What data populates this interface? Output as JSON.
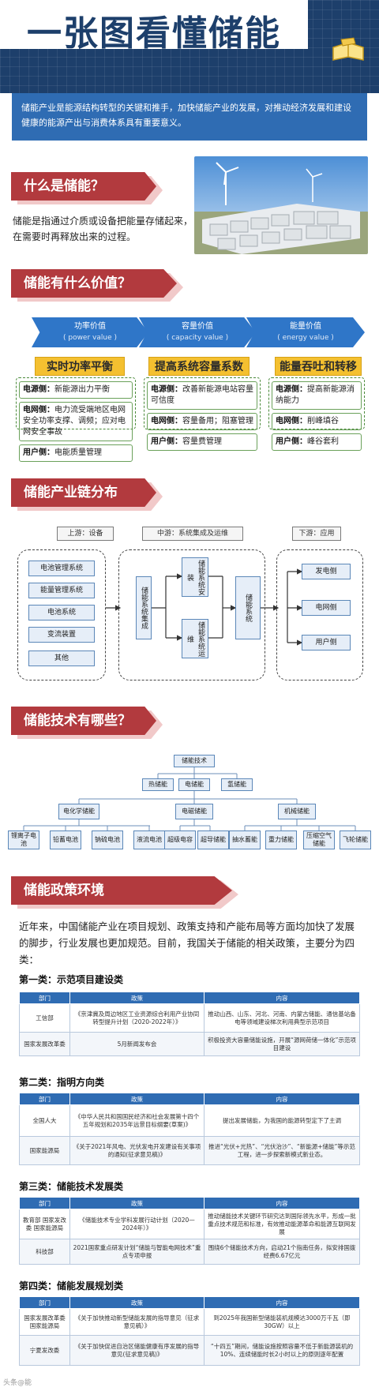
{
  "header": {
    "title": "一张图看懂储能",
    "intro": "储能产业是能源结构转型的关键和推手，加快储能产业的发展，对推动经济发展和建设健康的能源产出与消费体系具有重要意义。"
  },
  "sections": {
    "what": {
      "title": "什么是储能？",
      "text": "储能是指通过介质或设备把能量存储起来，在需要时再释放出来的过程。"
    },
    "value": {
      "title": "储能有什么价值？"
    },
    "chain": {
      "title": "储能产业链分布"
    },
    "tech": {
      "title": "储能技术有哪些？"
    },
    "policy": {
      "title": "储能政策环境"
    }
  },
  "values": [
    {
      "name": "功率价值",
      "en": "( power value )",
      "headline": "实时功率平衡",
      "rows": [
        {
          "label": "电源侧：",
          "text": "新能源出力平衡"
        },
        {
          "label": "电网侧：",
          "text": "电力流受端地区电网安全功率支撑、调频；应对电网安全事故"
        },
        {
          "label": "用户侧：",
          "text": "电能质量管理"
        }
      ]
    },
    {
      "name": "容量价值",
      "en": "( capacity value )",
      "headline": "提高系统容量系数",
      "rows": [
        {
          "label": "电源侧：",
          "text": "改善新能源电站容量可信度"
        },
        {
          "label": "电网侧：",
          "text": "容量备用；阻塞管理"
        },
        {
          "label": "用户侧：",
          "text": "容量费管理"
        }
      ]
    },
    {
      "name": "能量价值",
      "en": "( energy value )",
      "headline": "能量吞吐和转移",
      "rows": [
        {
          "label": "电源侧：",
          "text": "提高新能源消纳能力"
        },
        {
          "label": "电网侧：",
          "text": "削峰填谷"
        },
        {
          "label": "用户侧：",
          "text": "峰谷套利"
        }
      ]
    }
  ],
  "chain": {
    "upstream_label": "上游：设备",
    "midstream_label": "中游：系统集成及运维",
    "downstream_label": "下游：应用",
    "upstream": [
      "电池管理系统",
      "能量管理系统",
      "电池系统",
      "变流装置",
      "其他"
    ],
    "integration": "储能系统集成",
    "install": "储能系统安装",
    "operation": "储能系统运维",
    "system": "储能系统",
    "downstream": [
      "发电侧",
      "电网侧",
      "用户侧"
    ]
  },
  "tech_tree": {
    "root": "储能技术",
    "level1": [
      "热储能",
      "电储能",
      "氢储能"
    ],
    "level2": [
      "电化学储能",
      "电磁储能",
      "机械储能"
    ],
    "leaves": [
      "锂离子电池",
      "铅蓄电池",
      "钠硫电池",
      "液流电池",
      "超级电容",
      "超导储能",
      "抽水蓄能",
      "重力储能",
      "压缩空气储能",
      "飞轮储能"
    ]
  },
  "policy": {
    "intro": "近年来，中国储能产业在项目规划、政策支持和产能布局等方面均加快了发展的脚步，行业发展也更加规范。目前，我国关于储能的相关政策，主要分为四类：",
    "headers": [
      "部门",
      "政策",
      "内容"
    ],
    "categories": [
      {
        "title": "第一类：示范项目建设类",
        "rows": [
          [
            "工信部",
            "《京津冀及周边地区工业资源综合利用产业协同转型提升计划（2020-2022年）》",
            "推动山西、山东、河北、河南、内蒙古储能、通信基站备电等领域建设梯次利用典型示范项目"
          ],
          [
            "国家发展改革委",
            "5月新闻发布会",
            "积极投资大容量储能设施，开展“源网荷储一体化”示范项目建设"
          ]
        ]
      },
      {
        "title": "第二类：指明方向类",
        "rows": [
          [
            "全国人大",
            "《中华人民共和国国民经济和社会发展第十四个五年规划和2035年远景目标纲要(草案)》",
            "提出发展储能，为我国的能源转型定下了主调"
          ],
          [
            "国家能源局",
            "《关于2021年风电、光伏发电开发建设有关事项的通知(征求意见稿)》",
            "推进“光伏+光热”、“光伏治沙”、“新能源+储能”等示范工程，进一步探索新模式新业态。"
          ]
        ]
      },
      {
        "title": "第三类：储能技术发展类",
        "rows": [
          [
            "教育部 国家发改委 国家能源局",
            "《储能技术专业学科发展行动计划（2020—2024年）》",
            "推动储能技术关键环节研究达到国际领先水平，形成一批重点技术规范和标准，有效推动能源革命和能源互联网发展"
          ],
          [
            "科技部",
            "2021国家重点研发计划“储能与智能电网技术”重点专项申报",
            "围绕6个储能技术方向，启动21个指南任务，拟安排国拨经费6.67亿元"
          ]
        ]
      },
      {
        "title": "第四类：储能发展规划类",
        "rows": [
          [
            "国家发展改革委 国家能源局",
            "《关于加快推动新型储能发展的指导意见（征求意见稿）》",
            "到2025年我国新型储能装机规模达3000万千瓦（即30GW）以上"
          ],
          [
            "宁夏发改委",
            "《关于加快促进自治区储能健康有序发展的指导意见(征求意见稿)》",
            "“十四五”期间，储能设施按照容量不低于新能源装机的10%、连续储能时长2小时以上的原则逐年配置"
          ]
        ]
      }
    ]
  },
  "watermark": "头条@能"
}
